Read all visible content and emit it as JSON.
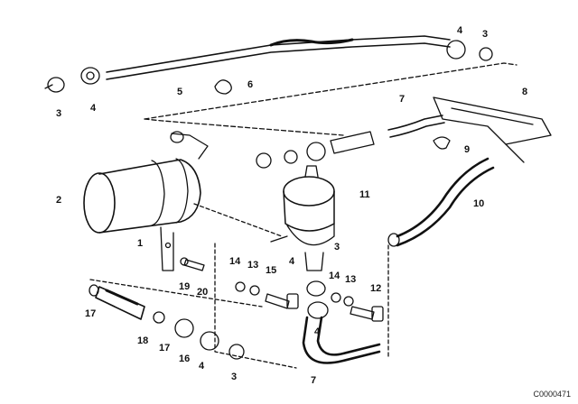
{
  "diagram": {
    "code": "C0000471",
    "labels": [
      "1",
      "2",
      "3",
      "3",
      "3",
      "3",
      "4",
      "4",
      "4",
      "4",
      "4",
      "5",
      "6",
      "7",
      "7",
      "8",
      "9",
      "10",
      "11",
      "12",
      "13",
      "13",
      "14",
      "14",
      "15",
      "16",
      "17",
      "17",
      "18",
      "19",
      "20"
    ]
  }
}
